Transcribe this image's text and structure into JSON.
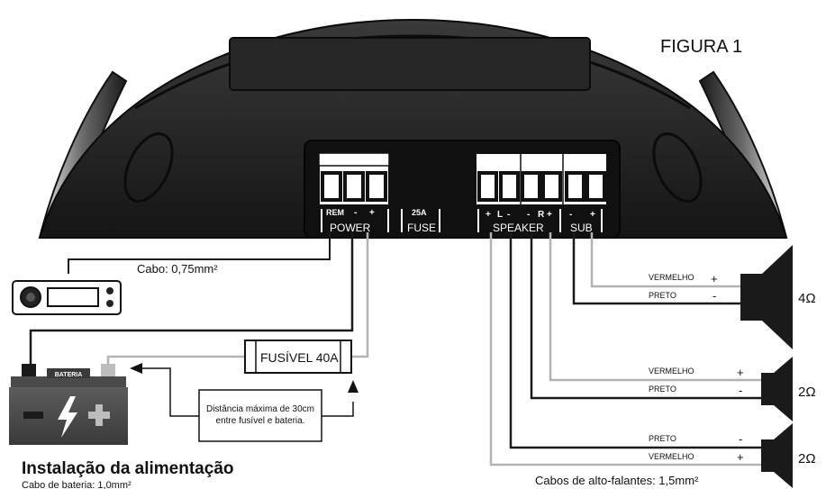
{
  "figure_label": "FIGURA 1",
  "amp_panel": {
    "power": {
      "rem": "REM",
      "minus": "-",
      "plus": "+",
      "label": "POWER"
    },
    "fuse": {
      "rating": "25A",
      "label": "FUSE"
    },
    "speaker": {
      "plus_l": "+",
      "l": "L",
      "minus_l": "-",
      "minus_r": "-",
      "r": "R",
      "plus_r": "+",
      "label": "SPEAKER"
    },
    "sub": {
      "minus": "-",
      "plus": "+",
      "label": "SUB"
    }
  },
  "head_unit": {
    "cable_label": "Cabo: 0,75mm²"
  },
  "battery": {
    "label": "BATERIA"
  },
  "fuse_box": {
    "label": "FUSÍVEL 40A"
  },
  "note": {
    "line1": "Distância máxima de 30cm",
    "line2": "entre fusível e bateria."
  },
  "title": {
    "main": "Instalação da alimentação",
    "sub": "Cabo de bateria: 1,0mm²"
  },
  "speakers": {
    "sub": {
      "wire1": "VERMELHO",
      "sign1": "+",
      "wire2": "PRETO",
      "sign2": "-",
      "impedance": "4Ω"
    },
    "right": {
      "wire1": "VERMELHO",
      "sign1": "+",
      "wire2": "PRETO",
      "sign2": "-",
      "impedance": "2Ω"
    },
    "left": {
      "wire1": "PRETO",
      "sign1": "-",
      "wire2": "VERMELHO",
      "sign2": "+",
      "impedance": "2Ω"
    }
  },
  "speaker_cable_label": "Cabos de alto-falantes: 1,5mm²",
  "colors": {
    "wire_dark": "#1a1a1a",
    "wire_light": "#b3b3b3",
    "amp_body": "#1e1e1e",
    "battery_body": "#4a4a4a"
  }
}
